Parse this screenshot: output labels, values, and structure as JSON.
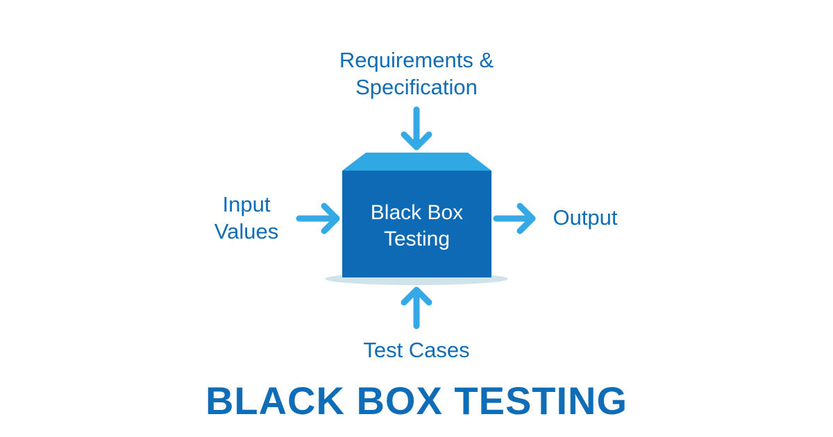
{
  "diagram": {
    "box": {
      "line1": "Black Box",
      "line2": "Testing"
    },
    "inputs": {
      "top": {
        "line1": "Requirements &",
        "line2": "Specification"
      },
      "left": {
        "line1": "Input",
        "line2": "Values"
      },
      "bottom": "Test Cases"
    },
    "output": "Output",
    "colors": {
      "box_front": "#0d6ab5",
      "box_top": "#2fa8e4",
      "arrow": "#35a9e6",
      "shadow": "#cfe3ec",
      "text": "#0f6db8"
    },
    "icons": [
      "arrow-down-icon",
      "arrow-right-icon",
      "arrow-up-icon",
      "box-icon"
    ]
  },
  "headline": "BLACK BOX TESTING"
}
